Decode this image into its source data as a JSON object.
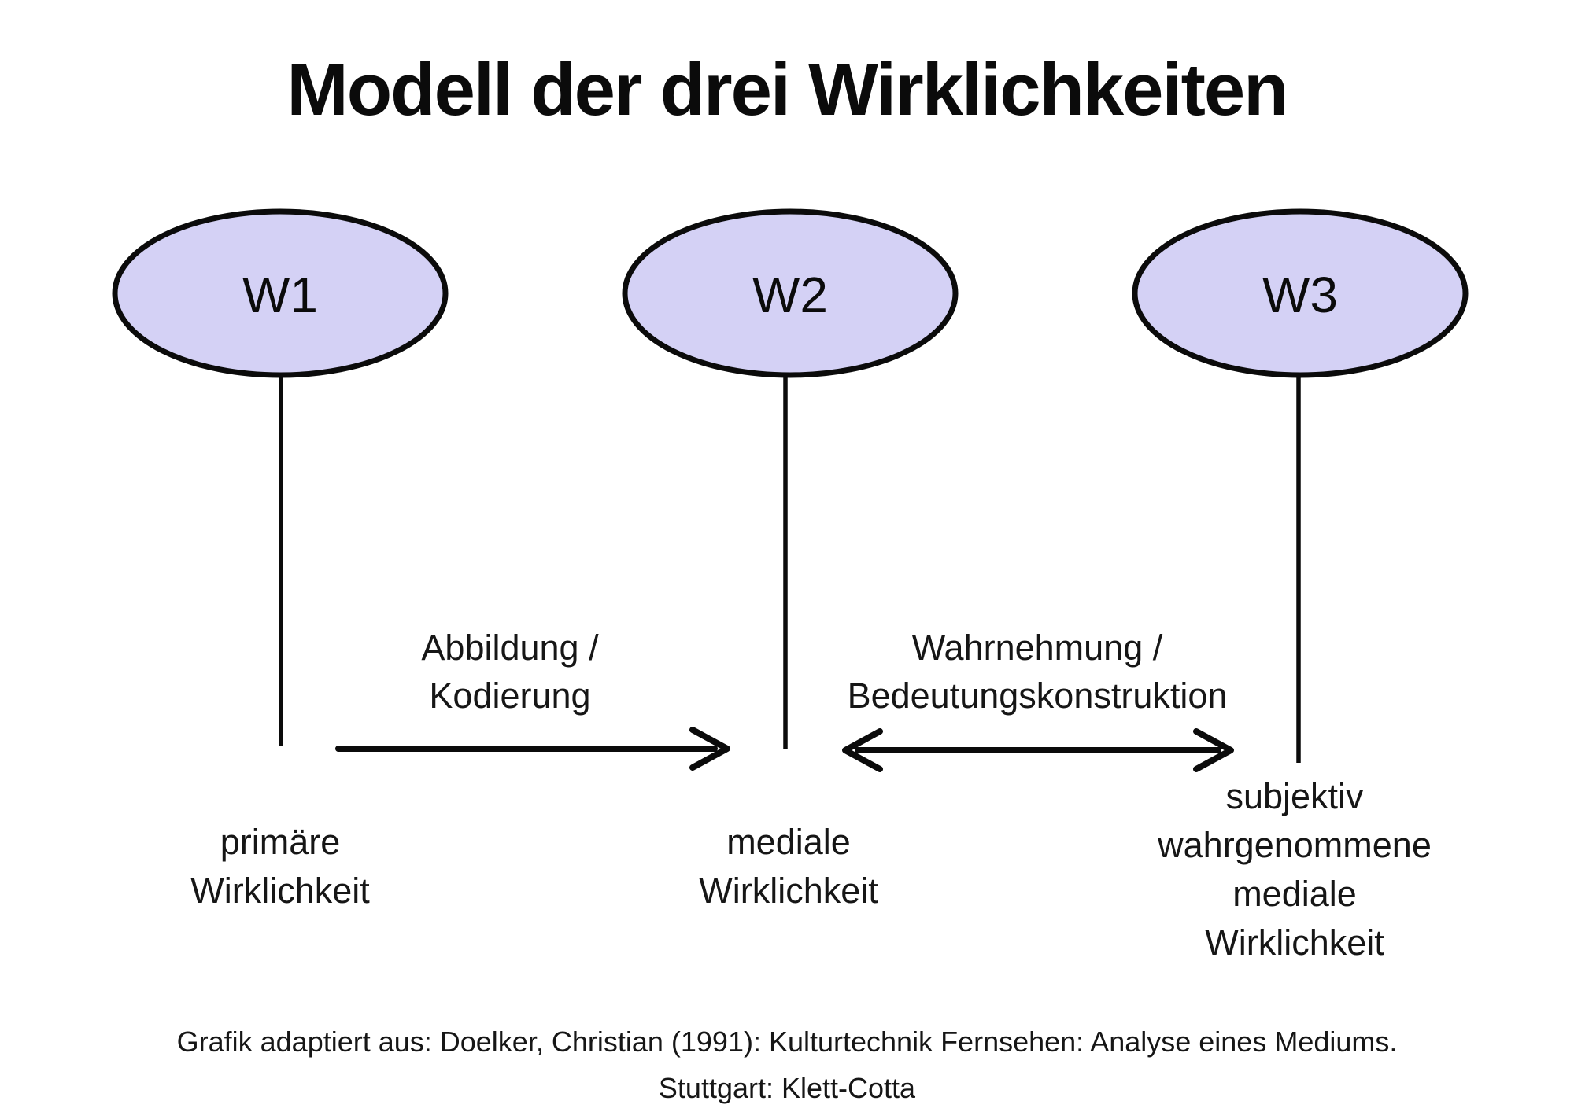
{
  "title": "Modell der drei Wirklichkeiten",
  "colors": {
    "node_fill": "#d4d1f5",
    "outline": "#000000",
    "background": "#ffffff",
    "text": "#161616"
  },
  "nodes": [
    {
      "label": "W1",
      "caption": "primäre\nWirklichkeit"
    },
    {
      "label": "W2",
      "caption": "mediale\nWirklichkeit"
    },
    {
      "label": "W3",
      "caption": "subjektiv\nwahrgenommene\nmediale\nWirklichkeit"
    }
  ],
  "arrows": [
    {
      "label": "Abbildung /\nKodierung",
      "direction": "right"
    },
    {
      "label": "Wahrnehmung /\nBedeutungskonstruktion",
      "direction": "both"
    }
  ],
  "footer": {
    "line1": "Grafik adaptiert aus: Doelker, Christian (1991): Kulturtechnik Fernsehen: Analyse eines Mediums.",
    "line2": "Stuttgart: Klett-Cotta"
  }
}
